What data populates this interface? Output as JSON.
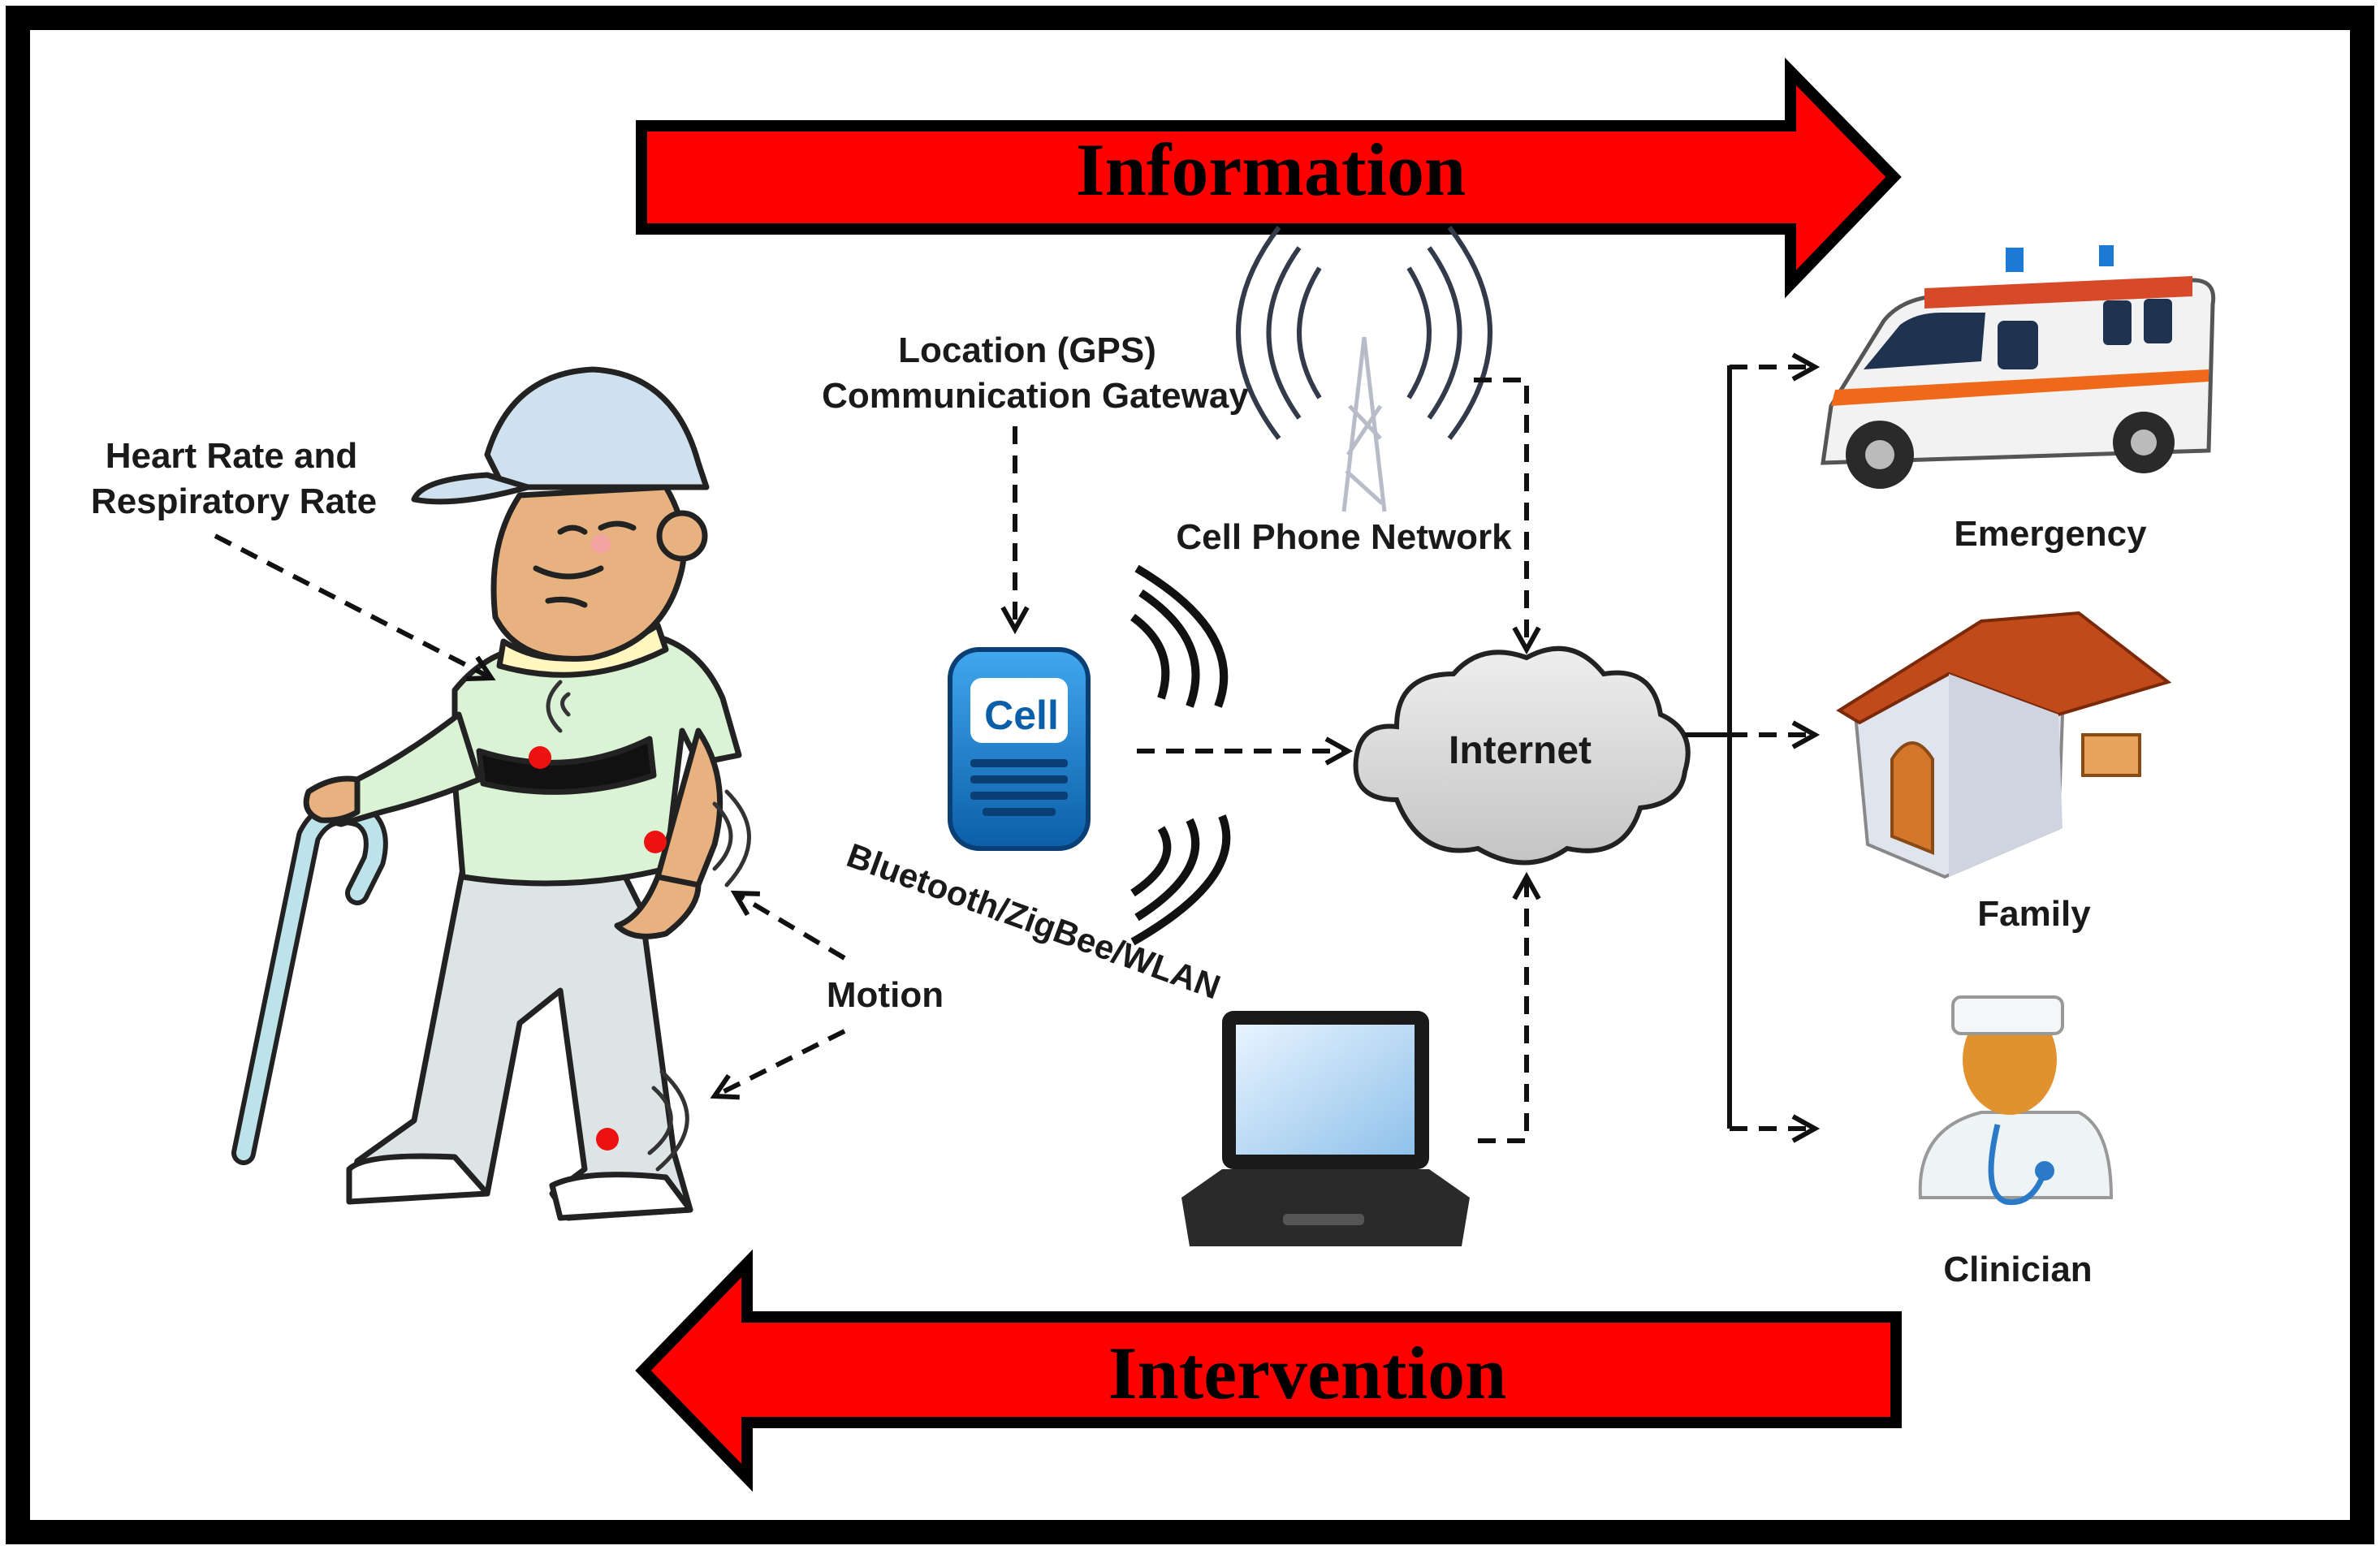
{
  "arrows": {
    "information": "Information",
    "intervention": "Intervention"
  },
  "labels": {
    "heart_rate_line1": "Heart Rate and",
    "heart_rate_line2": "Respiratory Rate",
    "motion": "Motion",
    "location_line1": "Location (GPS)",
    "location_line2": "Communication Gateway",
    "cell_phone_network": "Cell Phone Network",
    "cell": "Cell",
    "bluetooth": "Bluetooth/ZigBee/WLAN",
    "internet": "Internet",
    "emergency": "Emergency",
    "family": "Family",
    "clinician": "Clinician"
  },
  "colors": {
    "arrow_fill": "#ff0000",
    "border": "#000000",
    "sensor_dot": "#ee1111",
    "cloud": "#d9d9d9"
  },
  "icons": [
    "elderly-man-with-cane",
    "cell-phone-icon",
    "cell-tower-icon",
    "cloud-icon",
    "laptop-icon",
    "ambulance-icon",
    "house-icon",
    "clinician-icon"
  ]
}
